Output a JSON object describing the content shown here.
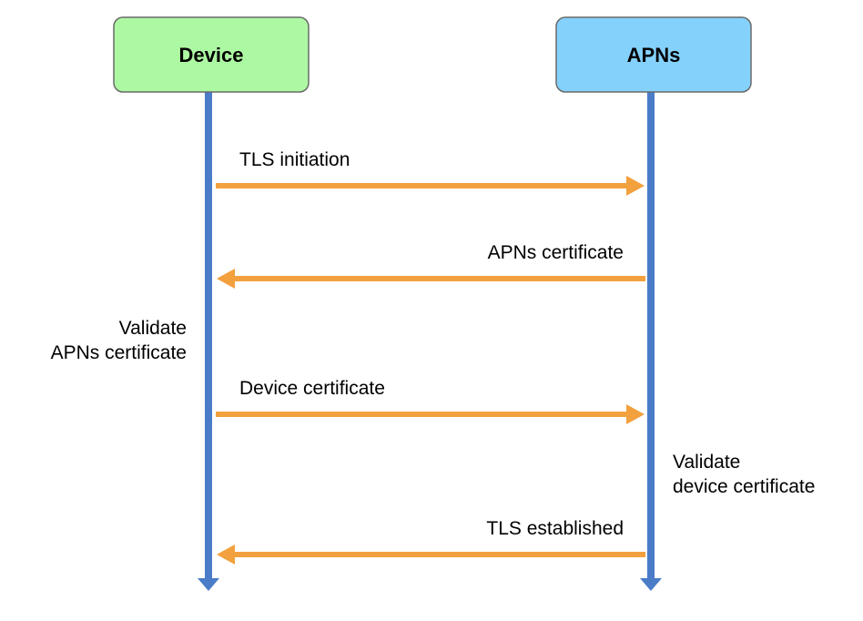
{
  "participants": {
    "device": {
      "label": "Device",
      "fill": "#adf8a2",
      "stroke": "#6a6a6a"
    },
    "apns": {
      "label": "APNs",
      "fill": "#84d1fc",
      "stroke": "#6a6a6a"
    }
  },
  "colors": {
    "lifeline": "#4a7cc8",
    "message": "#f2a13e"
  },
  "messages": [
    {
      "id": "tls-initiation",
      "label": "TLS initiation",
      "from": "device",
      "to": "apns"
    },
    {
      "id": "apns-certificate",
      "label": "APNs certificate",
      "from": "apns",
      "to": "device"
    },
    {
      "id": "device-certificate",
      "label": "Device certificate",
      "from": "device",
      "to": "apns"
    },
    {
      "id": "tls-established",
      "label": "TLS established",
      "from": "apns",
      "to": "device"
    }
  ],
  "notes": {
    "device_validate": {
      "line1": "Validate",
      "line2": "APNs certificate"
    },
    "apns_validate": {
      "line1": "Validate",
      "line2": "device certificate"
    }
  }
}
